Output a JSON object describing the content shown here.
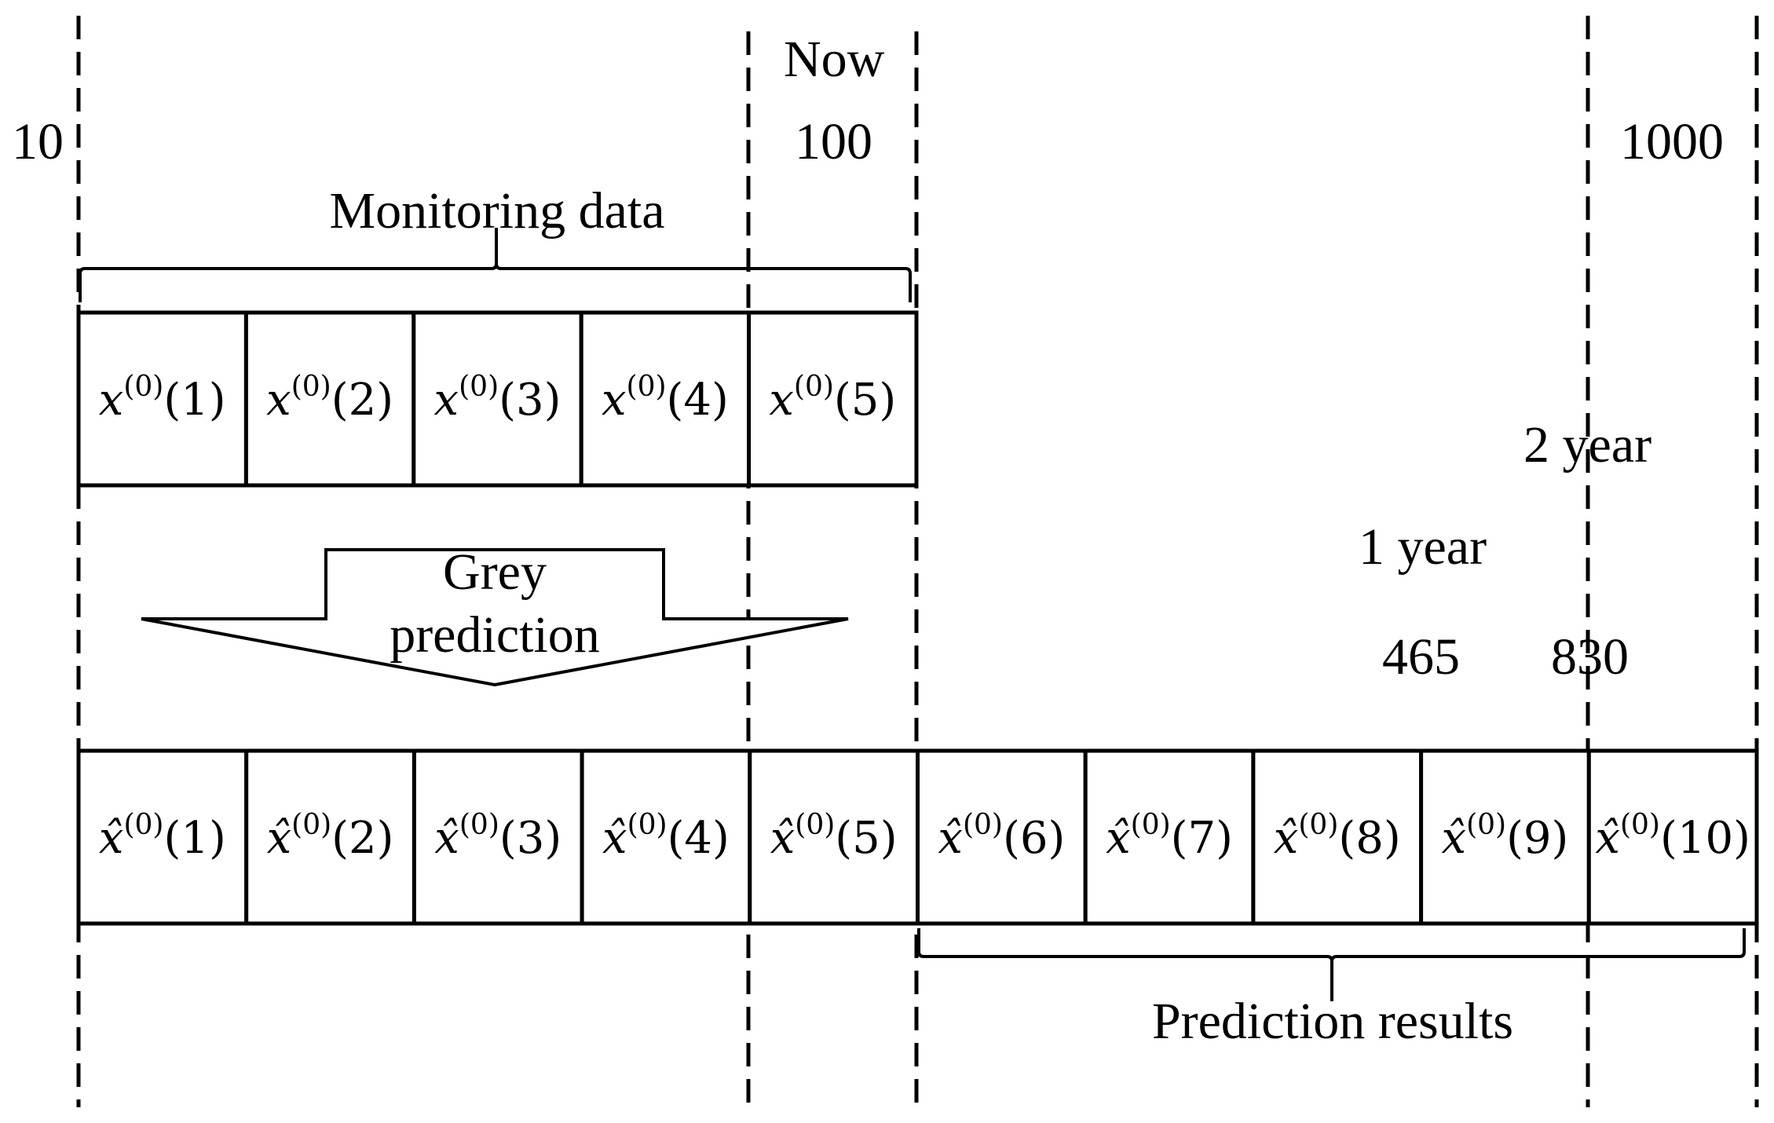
{
  "tick_labels": {
    "t10": "10",
    "now": "Now",
    "t100": "100",
    "t1000": "1000",
    "t465": "465",
    "t830": "830"
  },
  "year_labels": {
    "one": "1 year",
    "two": "2 year"
  },
  "monitoring_label": "Monitoring data",
  "arrow_label": {
    "line1": "Grey",
    "line2": "prediction"
  },
  "prediction_label": "Prediction results",
  "monitoring_cells": [
    {
      "base": "x",
      "sup": "(0)",
      "idx": "(1)"
    },
    {
      "base": "x",
      "sup": "(0)",
      "idx": "(2)"
    },
    {
      "base": "x",
      "sup": "(0)",
      "idx": "(3)"
    },
    {
      "base": "x",
      "sup": "(0)",
      "idx": "(4)"
    },
    {
      "base": "x",
      "sup": "(0)",
      "idx": "(5)"
    }
  ],
  "prediction_cells": [
    {
      "base": "x̂",
      "sup": "(0)",
      "idx": "(1)"
    },
    {
      "base": "x̂",
      "sup": "(0)",
      "idx": "(2)"
    },
    {
      "base": "x̂",
      "sup": "(0)",
      "idx": "(3)"
    },
    {
      "base": "x̂",
      "sup": "(0)",
      "idx": "(4)"
    },
    {
      "base": "x̂",
      "sup": "(0)",
      "idx": "(5)"
    },
    {
      "base": "x̂",
      "sup": "(0)",
      "idx": "(6)"
    },
    {
      "base": "x̂",
      "sup": "(0)",
      "idx": "(7)"
    },
    {
      "base": "x̂",
      "sup": "(0)",
      "idx": "(8)"
    },
    {
      "base": "x̂",
      "sup": "(0)",
      "idx": "(9)"
    },
    {
      "base": "x̂",
      "sup": "(0)",
      "idx": "(10)"
    }
  ]
}
